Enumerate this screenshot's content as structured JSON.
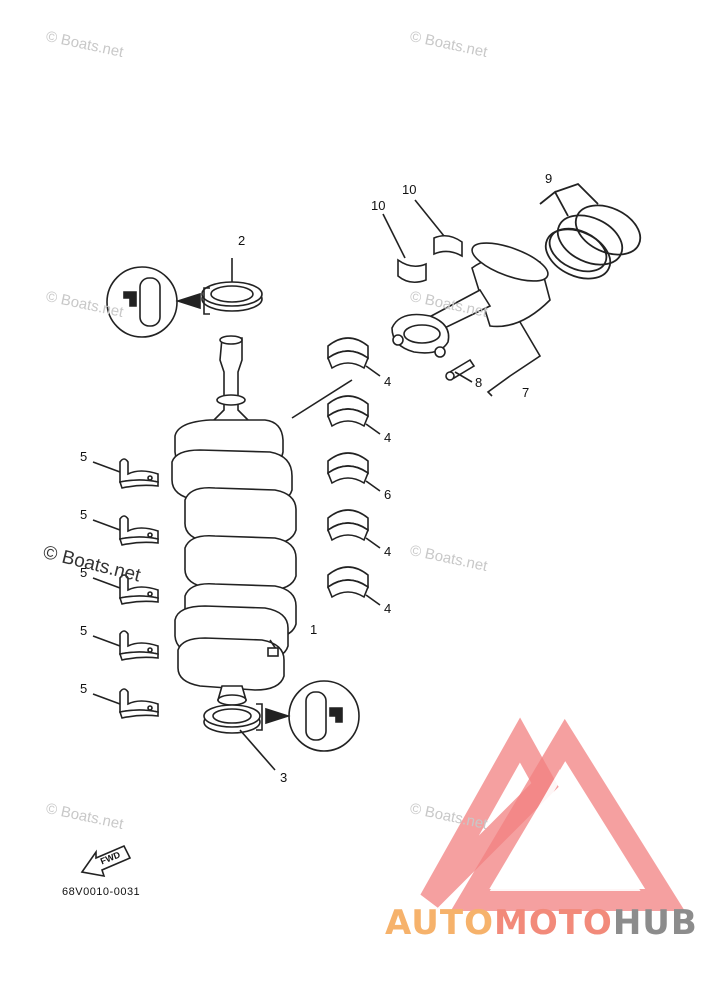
{
  "watermark": "© Boats.net",
  "callouts": {
    "crankshaft": "1",
    "upper_oil_seal": "2",
    "lower_oil_seal": "3",
    "main_bearing": "4",
    "thrust_bearing": "6",
    "lower_bearing": "5",
    "piston_conrod_assy": "7",
    "conrod_bolt": "8",
    "piston_rings": "9",
    "conrod_bearing": "10"
  },
  "fwd_label": "FWD",
  "part_code": "68V0010-0031",
  "brand": {
    "auto": "AUTO",
    "moto": "MOTO",
    "hub": "HUB"
  },
  "colors": {
    "line": "#222222",
    "watermark": "#c8c8c8",
    "logo_red": "#f06a6a",
    "brand_orange": "#f6b26b",
    "brand_gray": "#8c8c8c"
  }
}
